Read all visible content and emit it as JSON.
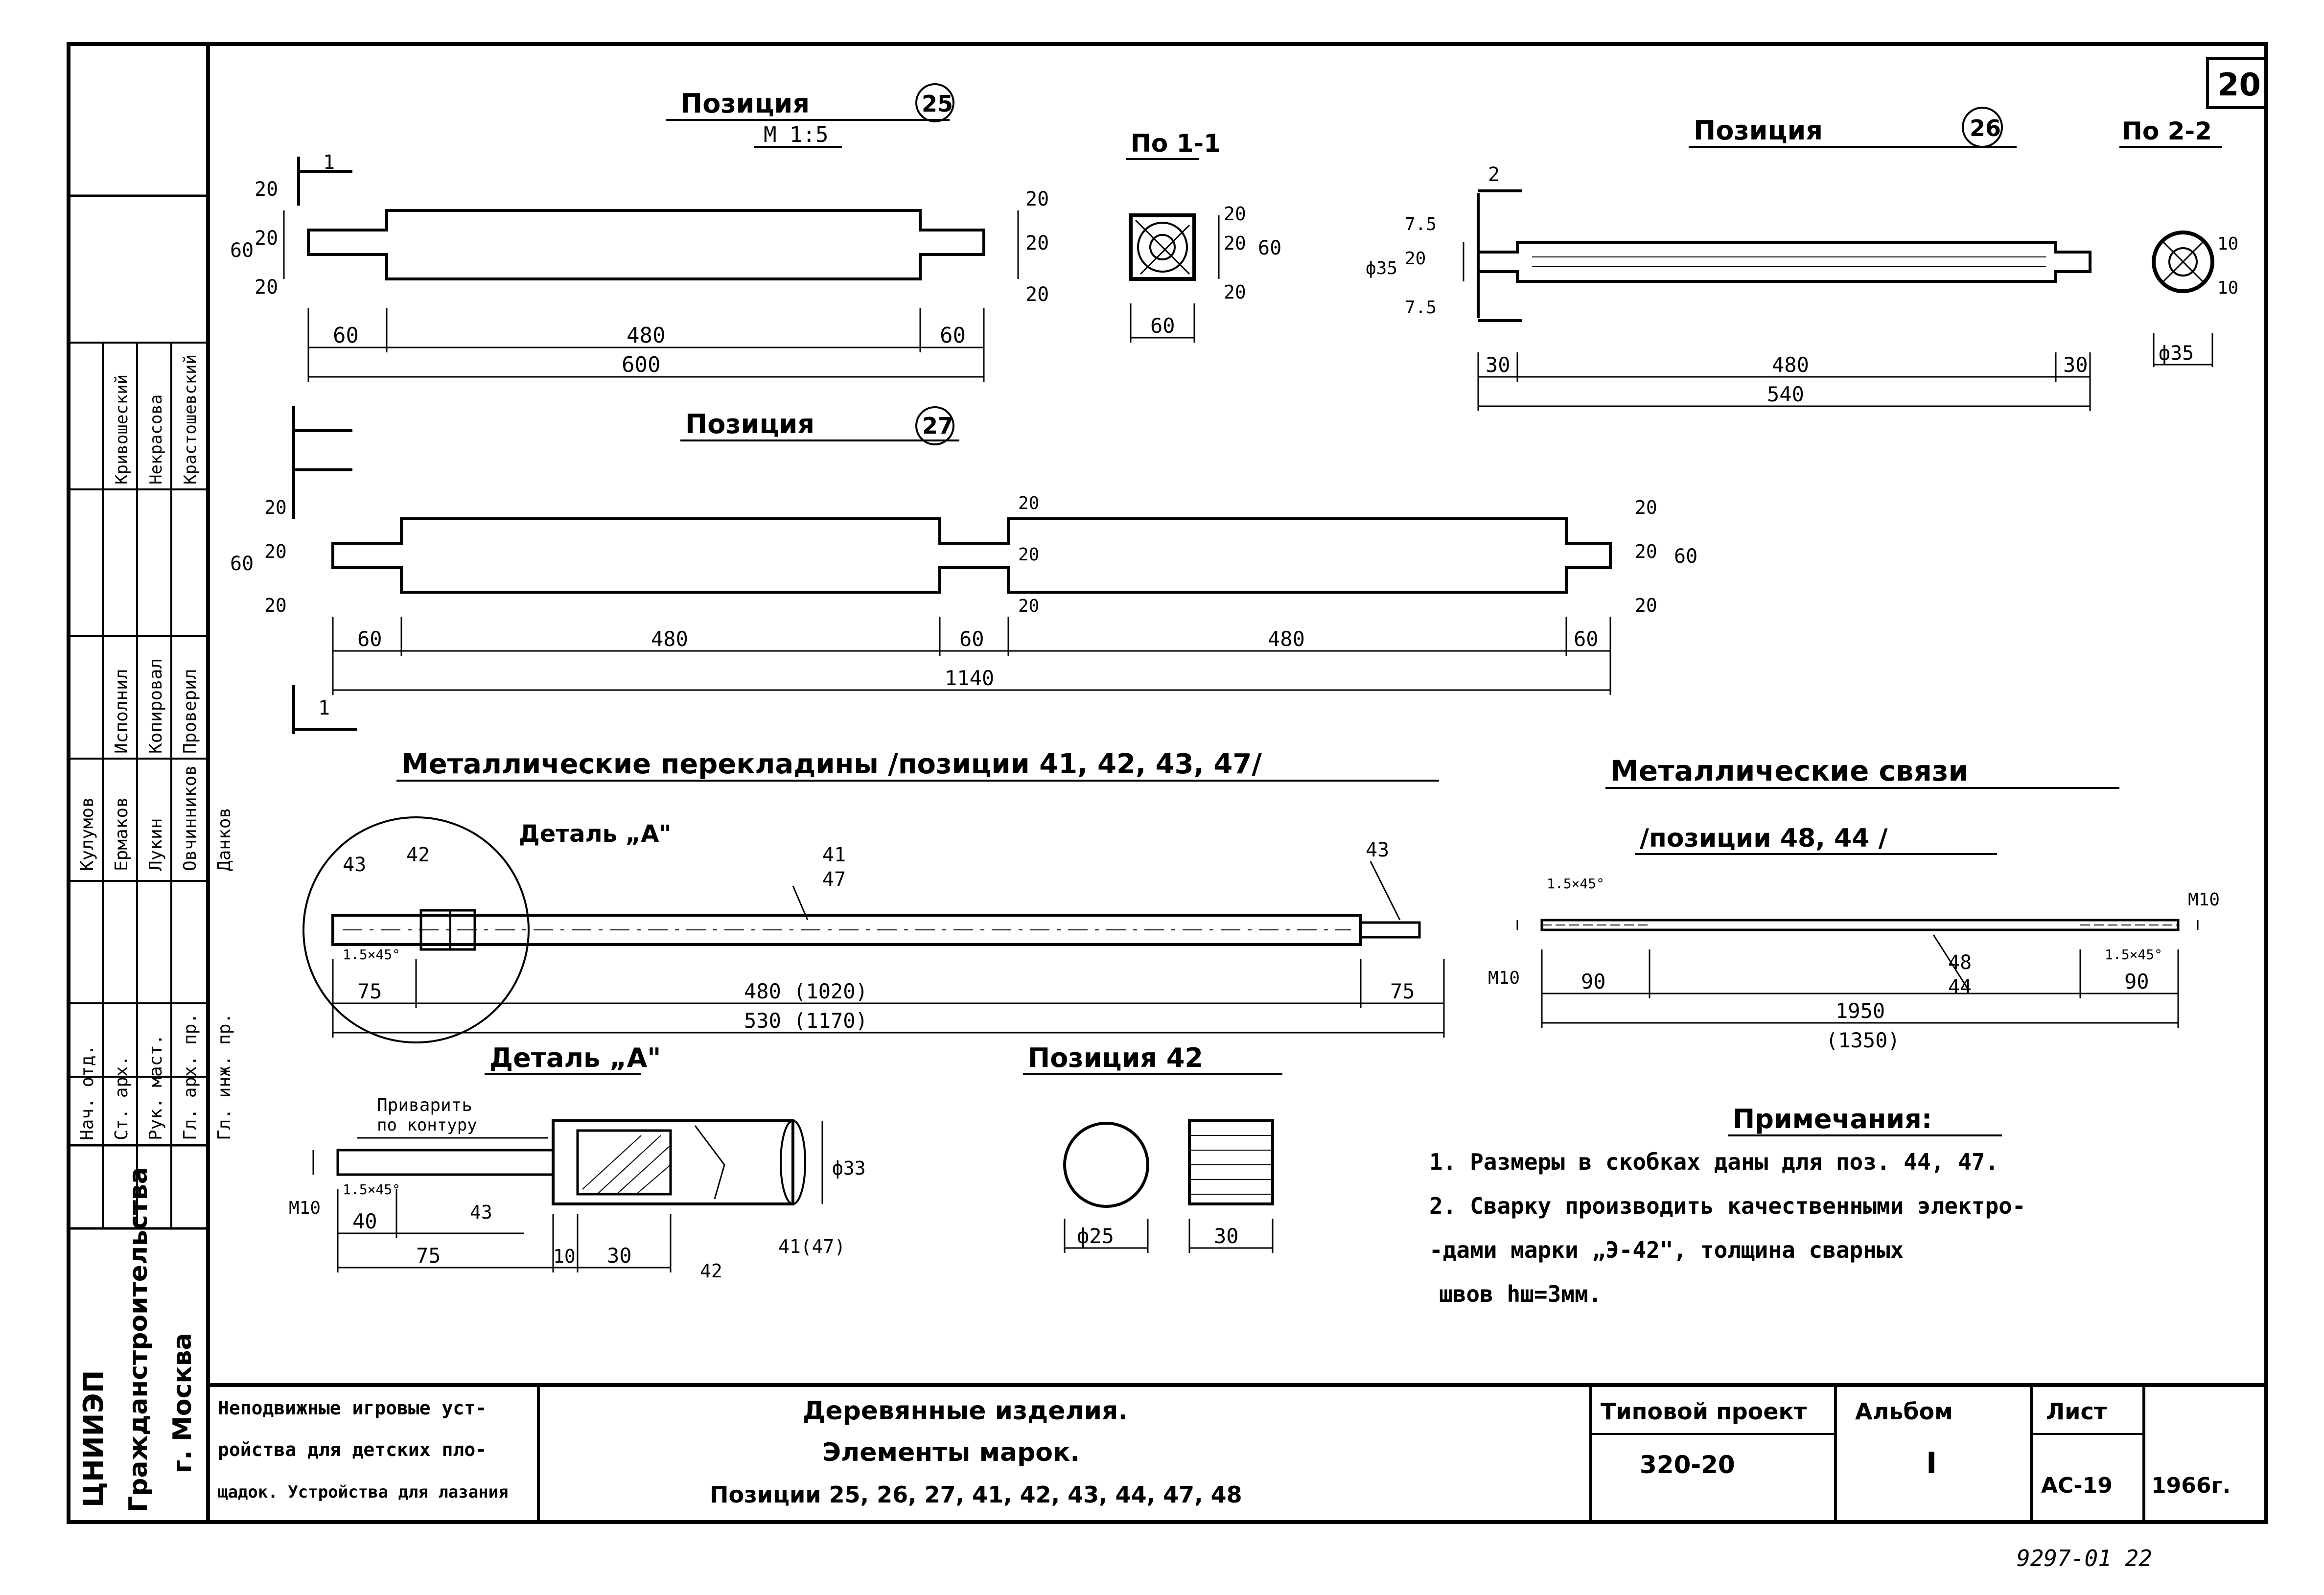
{
  "sheet": {
    "sheet_no": "20",
    "stamp": "9297-01  22"
  },
  "pos25": {
    "title": "Позиция",
    "num": "25",
    "scale": "М 1:5",
    "dims": {
      "d20a": "20",
      "d20b": "20",
      "d20c": "20",
      "d20d": "20",
      "d20e": "20",
      "d20f": "20",
      "d60": "60",
      "d60a": "60",
      "d480": "480",
      "d60b": "60",
      "d600": "600"
    },
    "section_mark": "1"
  },
  "sec11": {
    "title": "По 1-1",
    "dims": {
      "a": "20",
      "b": "20",
      "c": "20",
      "d": "60",
      "e": "60"
    }
  },
  "pos26": {
    "title": "Позиция",
    "num": "26",
    "dims": {
      "d75a": "7.5",
      "d20": "20",
      "d75b": "7.5",
      "phi": "ф35",
      "d30a": "30",
      "d480": "480",
      "d30b": "30",
      "d540": "540"
    },
    "section_mark": "2"
  },
  "sec22": {
    "title": "По 2-2",
    "dims": {
      "a": "10",
      "b": "10",
      "phi": "ф35"
    }
  },
  "pos27": {
    "title": "Позиция",
    "num": "27",
    "dims": {
      "d20a": "20",
      "d20b": "20",
      "d20c": "20",
      "d60": "60",
      "d60a": "60",
      "d480a": "480",
      "d60b": "60",
      "d480b": "480",
      "d60c": "60",
      "d1140": "1140",
      "r20a": "20",
      "r20b": "20",
      "r20c": "20",
      "r60": "60",
      "m20a": "20",
      "m20b": "20",
      "m20c": "20"
    },
    "section_mark": "1"
  },
  "metal_bars": {
    "title": "Металлические перекладины /позиции 41, 42, 43, 47/",
    "detail_label": "Деталь „А\"",
    "labels": {
      "l43a": "43",
      "l42": "42",
      "l41": "41",
      "l47": "47",
      "l43b": "43",
      "chamfer": "1.5×45°"
    },
    "dims": {
      "d75a": "75",
      "d480": "480 (1020)",
      "d75b": "75",
      "d530": "530 (1170)"
    }
  },
  "metal_ties": {
    "title1": "Металлические связи",
    "title2": "/позиции 48, 44 /",
    "labels": {
      "chamfer1": "1.5×45°",
      "chamfer2": "1.5×45°",
      "m10a": "М10",
      "m10b": "М10",
      "l48": "48",
      "l44": "44"
    },
    "dims": {
      "d90a": "90",
      "d1950": "1950",
      "d1350": "(1350)",
      "d90b": "90"
    }
  },
  "detail_a": {
    "title": "Деталь „А\"",
    "weld": [
      "Приварить",
      "по контуру"
    ],
    "labels": {
      "chamfer": "1.5×45°",
      "m10": "М10",
      "l43": "43",
      "l42": "42",
      "l41": "41(47)",
      "phi33": "ф33"
    },
    "dims": {
      "d40": "40",
      "d75": "75",
      "d10": "10",
      "d30": "30"
    }
  },
  "pos42": {
    "title": "Позиция 42",
    "dims": {
      "phi25": "ф25",
      "d30": "30"
    }
  },
  "notes": {
    "title": "Примечания:",
    "lines": [
      "1. Размеры в скобках даны для поз. 44, 47.",
      "2. Сварку производить качественными электро-",
      "-дами марки „Э-42\", толщина сварных",
      "швов hш=3мм."
    ]
  },
  "left_strip": {
    "org1": "ЦНИИЭП",
    "org2": "Гражданстроительства",
    "org3": "г. Москва",
    "rows": [
      {
        "role": "Гл. инж. пр.",
        "name": "Данков"
      },
      {
        "role": "Гл. арх. пр.",
        "name": "Овчинников"
      },
      {
        "role": "Рук. маст.",
        "name": "Лукин"
      },
      {
        "role": "Ст. арх.",
        "name": "Ермаков"
      },
      {
        "role": "Нач. отд.",
        "name": "Кулумов"
      }
    ],
    "col2": [
      {
        "role": "Проверил",
        "name": "Крастошевский"
      },
      {
        "role": "Копировал",
        "name": "Некрасова"
      },
      {
        "role": "Исполнил",
        "name": "Кривошеский"
      }
    ]
  },
  "title_block": {
    "object": [
      "Неподвижные игровые уст-",
      "ройства для детских пло-",
      "щадок. Устройства для лазания"
    ],
    "name": [
      "Деревянные изделия.",
      "Элементы марок.",
      "Позиции 25, 26, 27, 41, 42, 43, 44, 47, 48"
    ],
    "project_label": "Типовой проект",
    "project": "320-20",
    "album_label": "Альбом",
    "album": "I",
    "sheet_label": "Лист",
    "sheet": "АС-19",
    "year": "1966г."
  }
}
